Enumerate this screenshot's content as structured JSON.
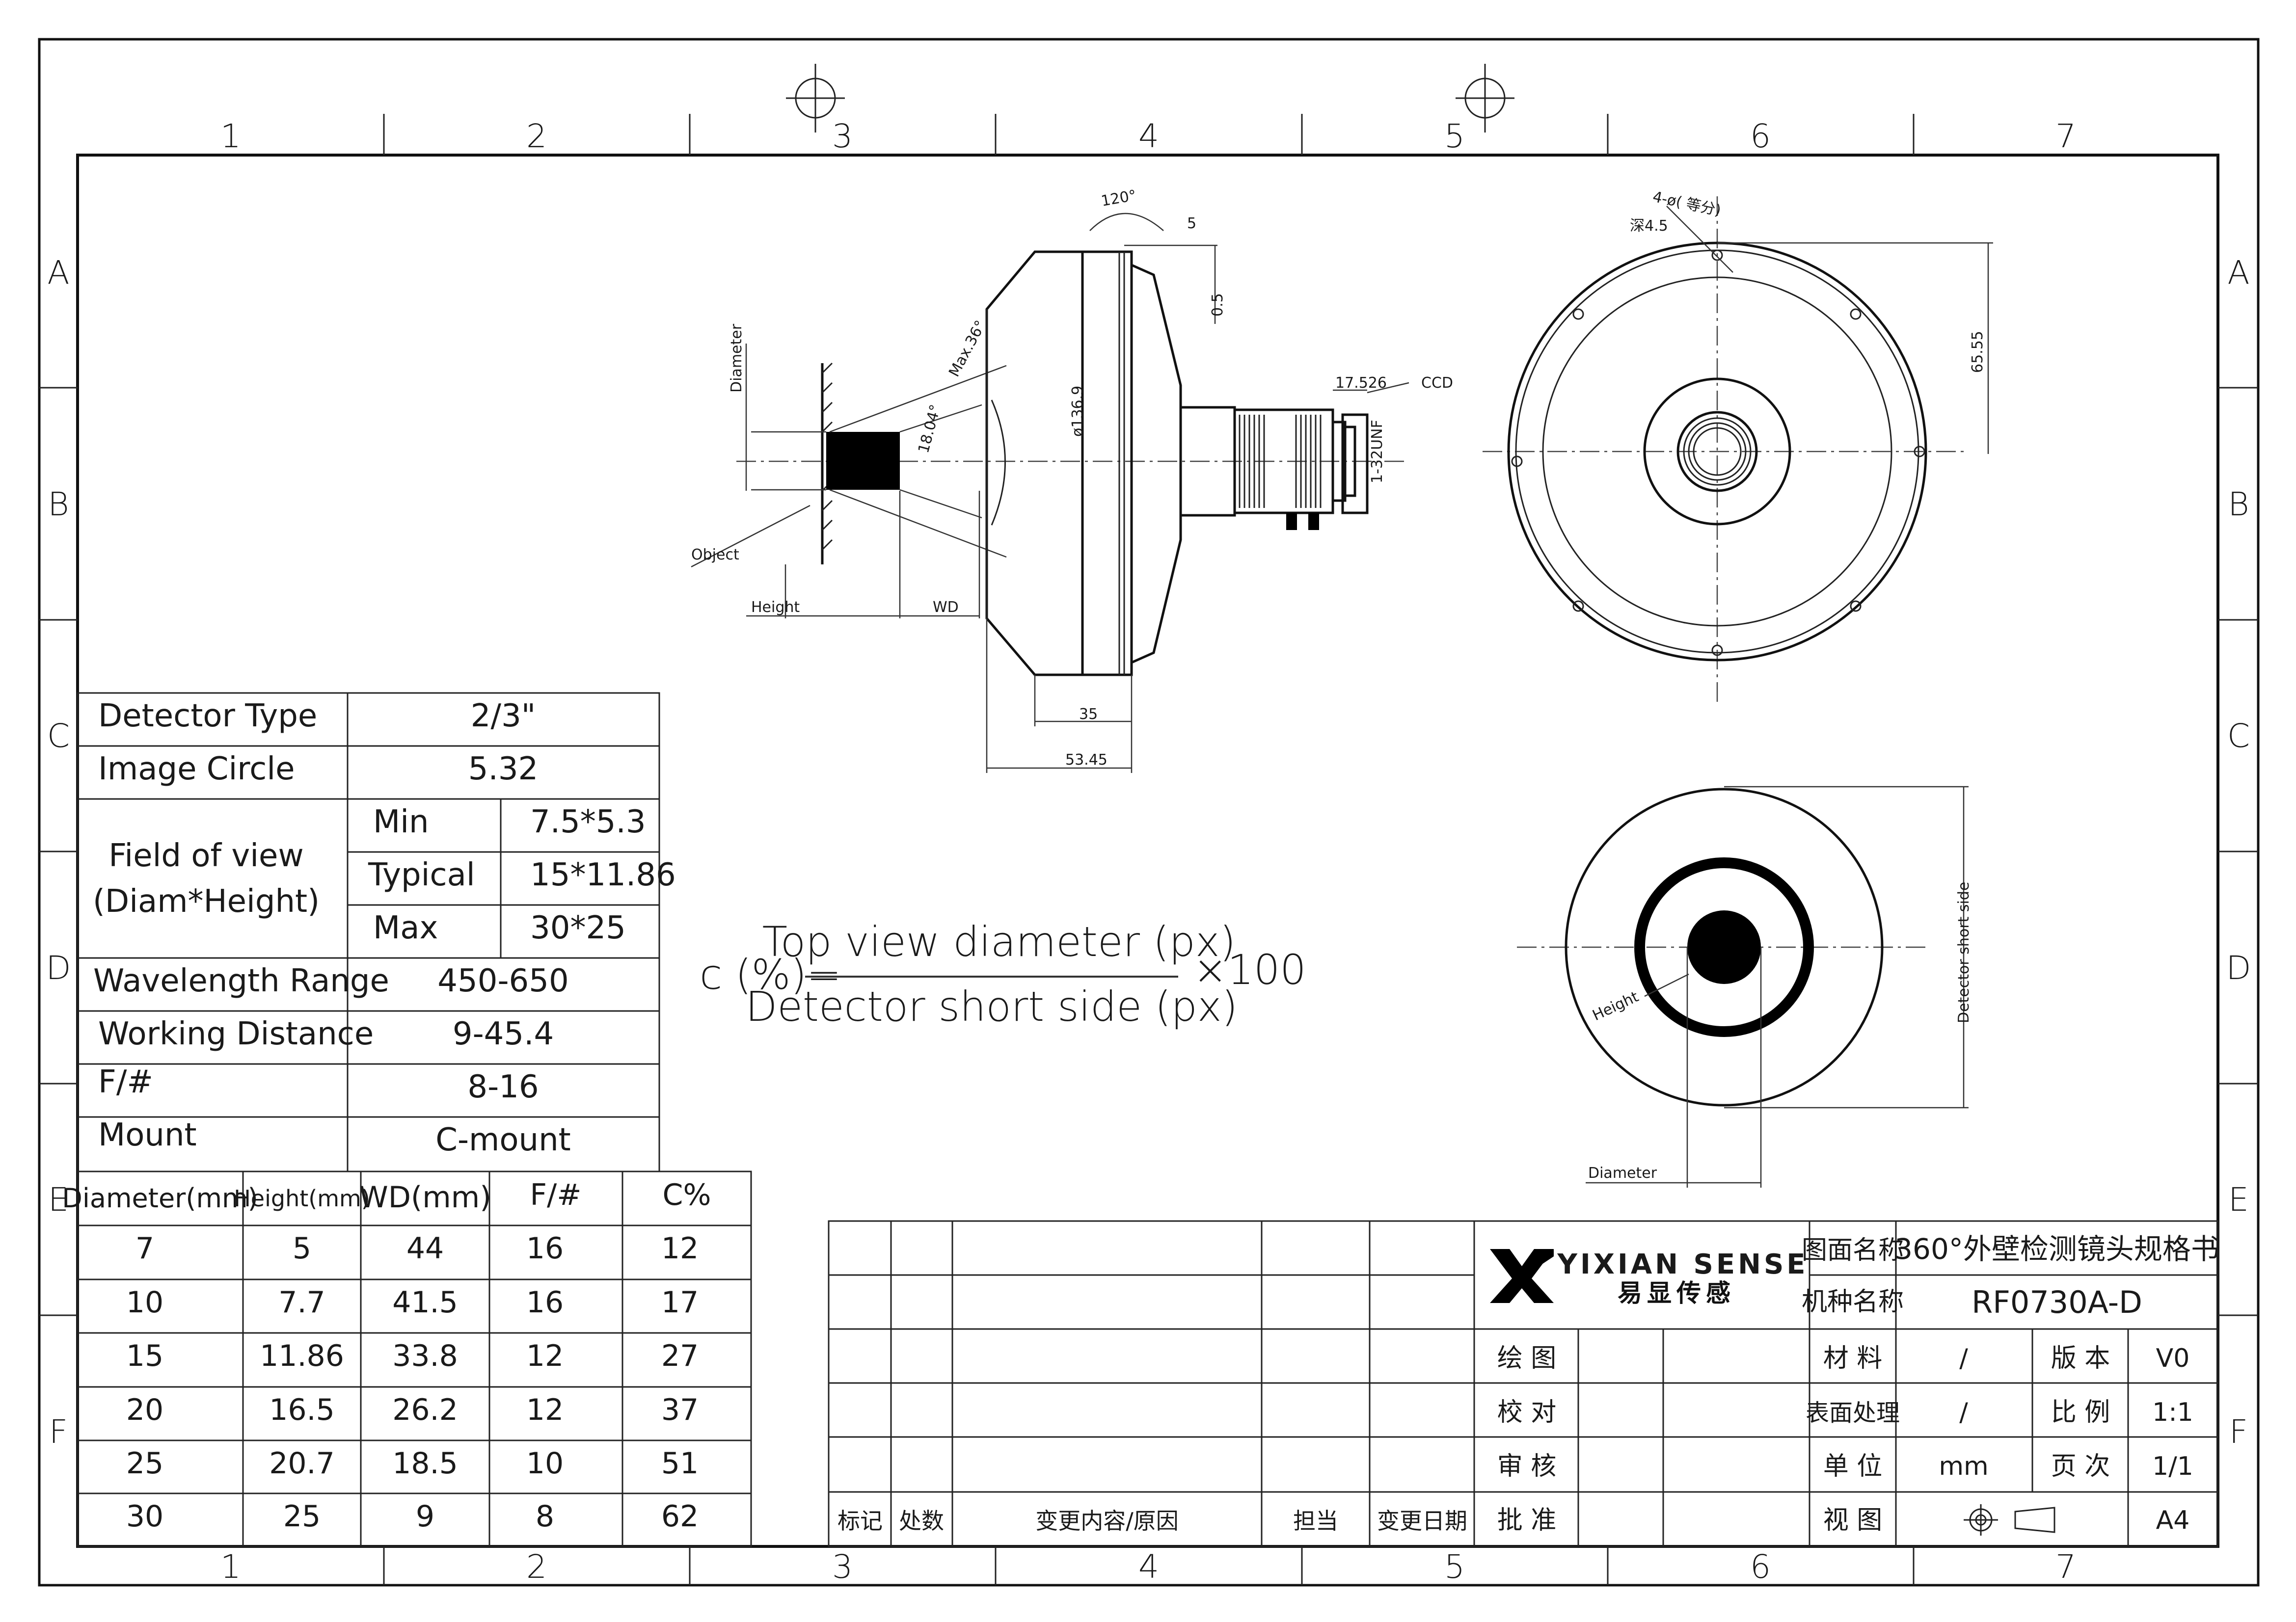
{
  "zones": {
    "columns": [
      "1",
      "2",
      "3",
      "4",
      "5",
      "6",
      "7"
    ],
    "rows": [
      "A",
      "B",
      "C",
      "D",
      "E",
      "F"
    ]
  },
  "specs": {
    "detector_type": {
      "label": "Detector Type",
      "value": "2/3\""
    },
    "image_circle": {
      "label": "Image Circle",
      "value": "5.32"
    },
    "field_of_view": {
      "label_line1": "Field of view",
      "label_line2": "(Diam*Height)",
      "rows": [
        {
          "label": "Min",
          "value": "7.5*5.3"
        },
        {
          "label": "Typical",
          "value": "15*11.86"
        },
        {
          "label": "Max",
          "value": "30*25"
        }
      ]
    },
    "wavelength": {
      "label": "Wavelength Range",
      "value": "450-650"
    },
    "working_distance": {
      "label": "Working Distance",
      "value": "9-45.4"
    },
    "fnum": {
      "label": "F/#",
      "value": "8-16"
    },
    "mount": {
      "label": "Mount",
      "value": "C-mount"
    }
  },
  "data_table": {
    "headers": [
      "Diameter(mm)",
      "Height(mm)",
      "WD(mm)",
      "F/#",
      "C%"
    ],
    "rows": [
      [
        "7",
        "5",
        "44",
        "16",
        "12"
      ],
      [
        "10",
        "7.7",
        "41.5",
        "16",
        "17"
      ],
      [
        "15",
        "11.86",
        "33.8",
        "12",
        "27"
      ],
      [
        "20",
        "16.5",
        "26.2",
        "12",
        "37"
      ],
      [
        "25",
        "20.7",
        "18.5",
        "10",
        "51"
      ],
      [
        "30",
        "25",
        "9",
        "8",
        "62"
      ]
    ]
  },
  "formula": {
    "prefix": "c (%)=",
    "numerator": "Top view diameter (px)",
    "denominator": "Detector short side (px)",
    "suffix": "×100"
  },
  "drawing_labels": {
    "diameter": "Diameter",
    "object": "Object",
    "height": "Height",
    "wd": "WD",
    "max": "Max.36°",
    "min": "18.04°",
    "angle120": "120°",
    "dim5": "5",
    "dim05": "0.5",
    "dia": "ø136.9",
    "d17": "17.526",
    "ccd": "CCD",
    "unf": "1-32UNF",
    "d35": "35",
    "d5345": "53.45",
    "holes": "4-ø( 等分)",
    "depth": "深4.5",
    "d6555": "65.55",
    "det_short": "Detector short side",
    "diameter2": "Diameter",
    "height2": "Height"
  },
  "title_block": {
    "company": "YIXIAN SENSE",
    "company_cn": "易显传感",
    "drawing_name_label": "图面名称",
    "drawing_name": "360°外壁检测镜头规格书",
    "model_label": "机种名称",
    "model": "RF0730A-D",
    "draw_label": "绘 图",
    "check_label": "校 对",
    "review_label": "审 核",
    "approve_label": "批 准",
    "material_label": "材 料",
    "material": "/",
    "version_label": "版 本",
    "version": "V0",
    "surface_label": "表面处理",
    "surface": "/",
    "scale_label": "比 例",
    "scale": "1:1",
    "unit_label": "单 位",
    "unit": "mm",
    "page_label": "页 次",
    "page": "1/1",
    "view_label": "视 图",
    "size": "A4",
    "rev_cols": [
      "标记",
      "处数",
      "变更内容/原因",
      "担当",
      "变更日期"
    ]
  }
}
